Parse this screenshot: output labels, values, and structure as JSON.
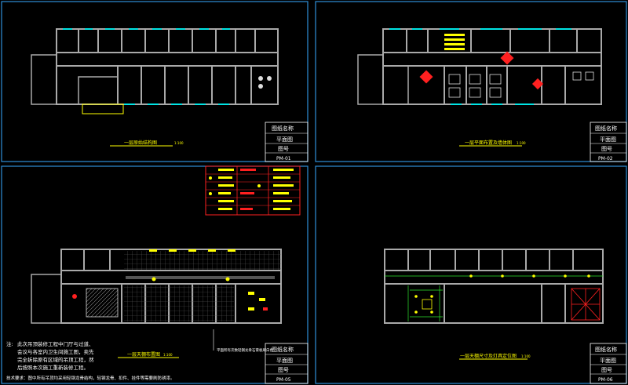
{
  "sheets": [
    {
      "id": "sheet-1",
      "caption": "一层原始结构图",
      "scale": "1:100",
      "title_label": "图纸名称",
      "name": "平面图",
      "number_label": "图号",
      "number": "PM-01"
    },
    {
      "id": "sheet-2",
      "caption": "一层平面布置及墙体图",
      "scale": "1:100",
      "title_label": "图纸名称",
      "name": "平面图",
      "number_label": "图号",
      "number": "PM-02"
    },
    {
      "id": "sheet-3",
      "caption": "一层天棚布置图",
      "scale": "1:100",
      "title_label": "图纸名称",
      "name": "平面图",
      "number_label": "图号",
      "number": "PM-05"
    },
    {
      "id": "sheet-4",
      "caption": "一层天棚尺寸及灯具定位图",
      "scale": "1:100",
      "title_label": "图纸名称",
      "name": "平面图",
      "number_label": "图号",
      "number": "PM-06"
    }
  ],
  "notes": {
    "heading": "注:",
    "line1": "此次吊顶装修工程中门厅与过道、",
    "line2": "会议与各室内卫生间施工图，卖先",
    "line3": "完全拆除原有区域的吊顶工程，然",
    "line4": "后按照本次施工重新装修工程。"
  },
  "tech_requirement": "技术要求：图中所有吊顶均采用轻钢龙骨结构，轻钢龙骨、扣件、挂件等需要刷防锈漆。",
  "callout": "平面所有次数轻钢龙骨石膏板刷白色",
  "colors": {
    "background": "#000000",
    "frame": "#2e8fd8",
    "wall": "#a9a9a9",
    "window": "#00e5e5",
    "text": "#ffffff",
    "accent": "#ffff00",
    "red": "#ff2020"
  }
}
